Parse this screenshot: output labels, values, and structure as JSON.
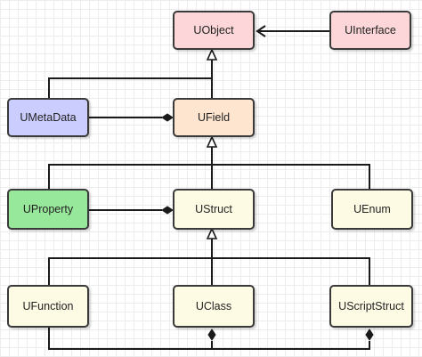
{
  "nodes": {
    "uobject": {
      "label": "UObject",
      "fill": "#fcd6d8"
    },
    "uinterface": {
      "label": "UInterface",
      "fill": "#fcd6d8"
    },
    "umetadata": {
      "label": "UMetaData",
      "fill": "#cccdff"
    },
    "ufield": {
      "label": "UField",
      "fill": "#fde5cf"
    },
    "uproperty": {
      "label": "UProperty",
      "fill": "#98e89b"
    },
    "ustruct": {
      "label": "UStruct",
      "fill": "#fefbe4"
    },
    "uenum": {
      "label": "UEnum",
      "fill": "#fefbe4"
    },
    "ufunction": {
      "label": "UFunction",
      "fill": "#fefbe4"
    },
    "uclass": {
      "label": "UClass",
      "fill": "#fefbe4"
    },
    "uscriptstruct": {
      "label": "UScriptStruct",
      "fill": "#fefbe4"
    }
  },
  "colors": {
    "line": "#1a1a1a",
    "border": "#3a3a3a",
    "grid": "#ececec"
  }
}
